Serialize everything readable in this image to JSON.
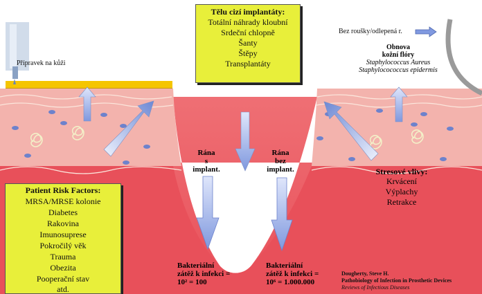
{
  "foreign_box": {
    "title": "Tělu cizí implantáty:",
    "items": [
      "Totální náhrady kloubní",
      "Srdeční chlopně",
      "Šanty",
      "Štěpy",
      "Transplantáty"
    ]
  },
  "preparation_label": "Přípravek na kůži",
  "drape_label": "Bez roušky/odlepená r.",
  "skin_flora": {
    "title_line1": "Obnova",
    "title_line2": "kožní flóry",
    "species1": "Staphylococcus Aureus",
    "species2": "Staphylocococcus epidermis"
  },
  "wound_with_implant": [
    "Rána",
    "s",
    "implant."
  ],
  "wound_without_implant": [
    "Rána",
    "bez",
    "implant."
  ],
  "stress": {
    "title": "Stresové vlivy:",
    "items": [
      "Krvácení",
      "Výplachy",
      "Retrakce"
    ]
  },
  "patient_risk": {
    "title": "Patient Risk Factors:",
    "items": [
      "MRSA/MRSE kolonie",
      "Diabetes",
      "Rakovina",
      "Imunosuprese",
      "Pokročilý věk",
      "Trauma",
      "Obezita",
      "Pooperační stav",
      "atd."
    ]
  },
  "load_with": [
    "Bakteriální",
    "zátěž k infekci =",
    "10² = 100"
  ],
  "load_without": [
    "Bakteriální",
    "zátěž k infekci =",
    "10⁶ = 1.000.000"
  ],
  "reference": {
    "author": "Dougherty, Steve H.",
    "title": "Pathobiology of Infection in Prosthetic Devices",
    "journal": "Reviews of Infectious Diseases"
  },
  "colors": {
    "flesh": "#e8505a",
    "skin": "#f3b3ad",
    "prep_bar": "#f5c500",
    "box": "#e8ef3a",
    "arrow": "#8099e0"
  }
}
